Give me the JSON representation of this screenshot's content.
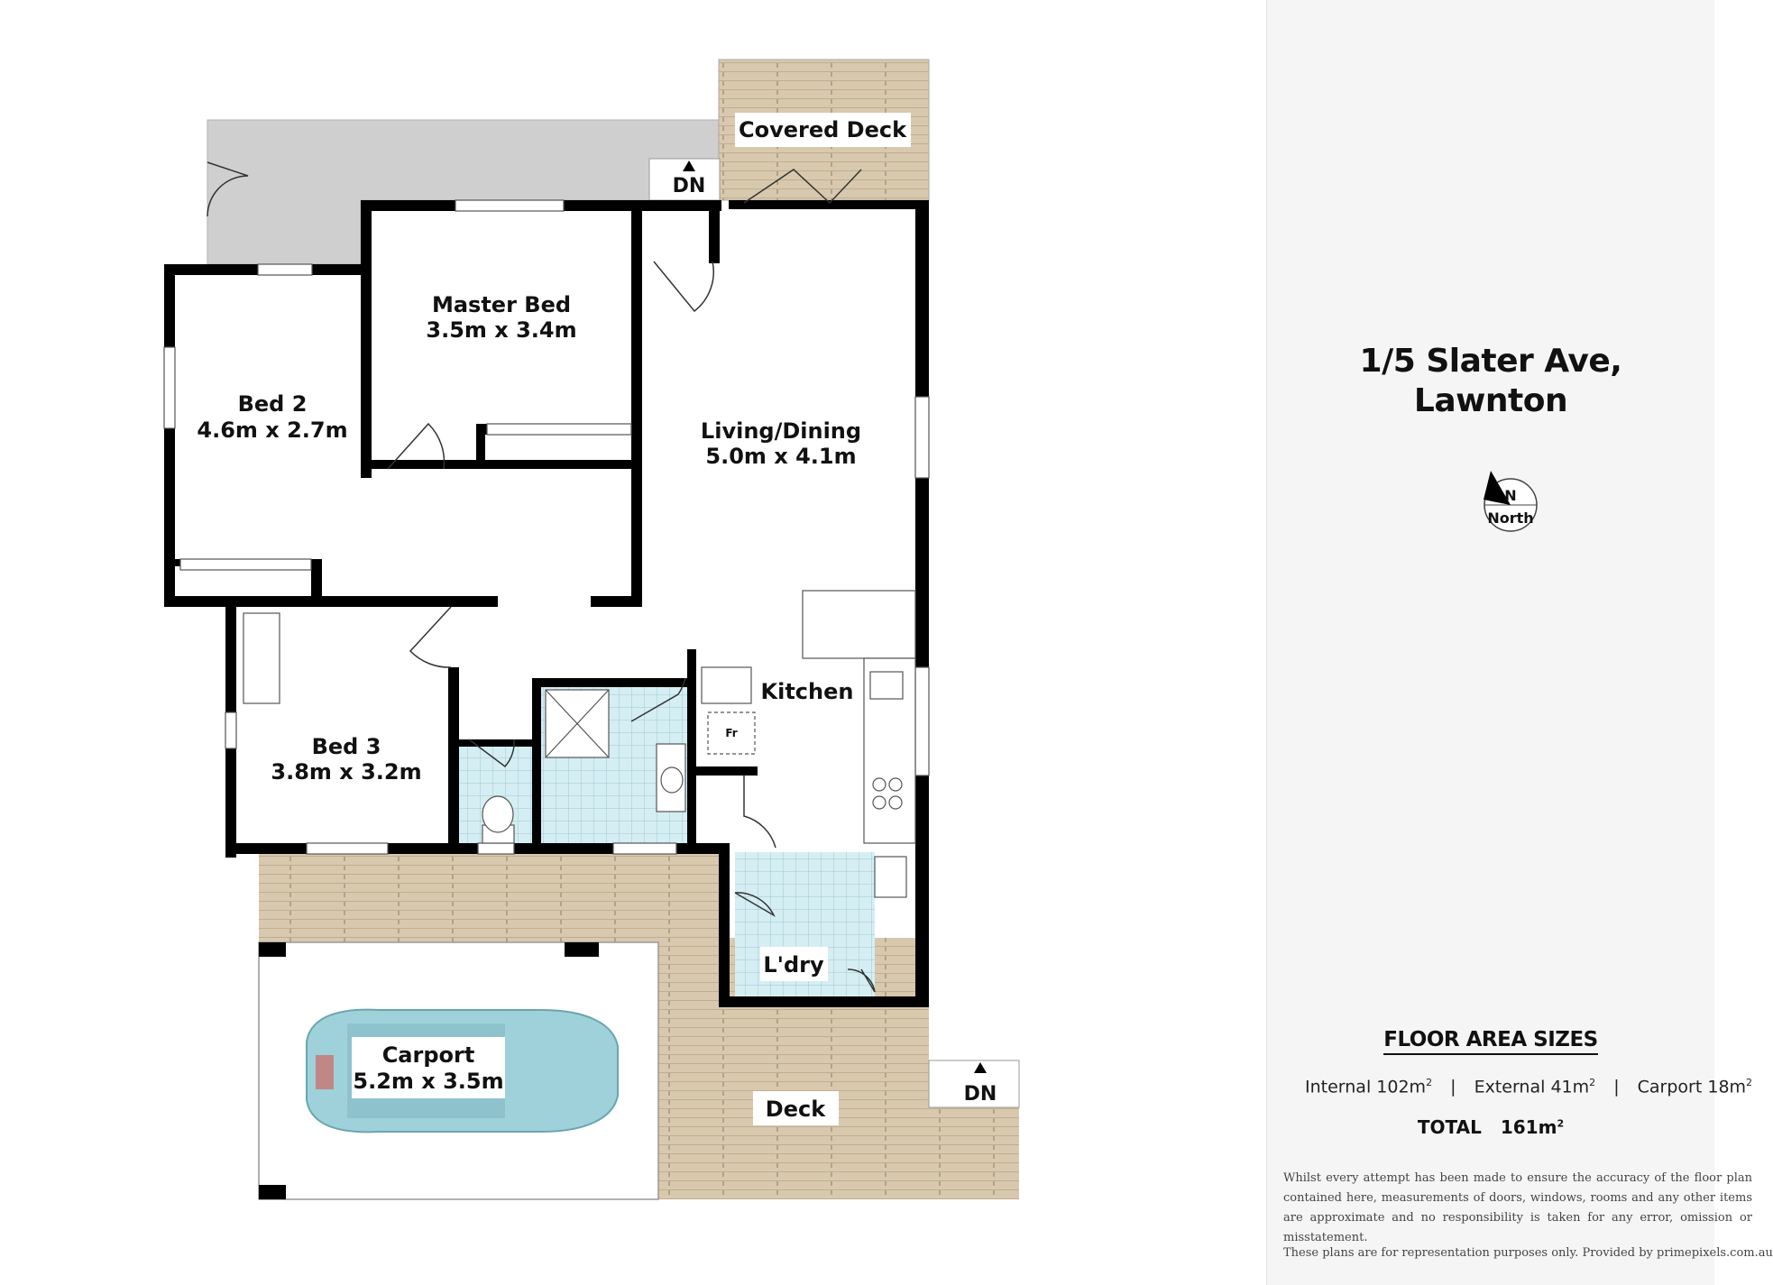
{
  "property": {
    "address_line1": "1/5 Slater Ave,",
    "address_line2": "Lawnton"
  },
  "compass": {
    "letter": "N",
    "label": "North"
  },
  "rooms": {
    "covered_deck": "Covered Deck",
    "master_bed": {
      "name": "Master Bed",
      "size": "3.5m x 3.4m"
    },
    "bed2": {
      "name": "Bed 2",
      "size": "4.6m x 2.7m"
    },
    "living": {
      "name": "Living/Dining",
      "size": "5.0m x 4.1m"
    },
    "bed3": {
      "name": "Bed 3",
      "size": "3.8m x 3.2m"
    },
    "kitchen": "Kitchen",
    "fridge": "Fr",
    "laundry": "L'dry",
    "carport": {
      "name": "Carport",
      "size": "5.2m x 3.5m"
    },
    "deck": "Deck",
    "stairs_down_1": "DN",
    "stairs_down_2": "DN"
  },
  "floor_area": {
    "title": "FLOOR AREA SIZES",
    "internal": {
      "label": "Internal",
      "value": "102m",
      "unit_sup": "2"
    },
    "external": {
      "label": "External",
      "value": "41m",
      "unit_sup": "2"
    },
    "carport": {
      "label": "Carport",
      "value": "18m",
      "unit_sup": "2"
    },
    "total": {
      "label": "TOTAL",
      "value": "161m",
      "unit_sup": "2"
    }
  },
  "disclaimer": "Whilst every attempt has been made to ensure the accuracy of the floor plan contained here, measurements of doors, windows, rooms and any other items are approximate and no responsibility is taken for any error, omission or misstatement.",
  "footer_note": "These plans are for representation purposes only. Provided by primepixels.com.au",
  "colors": {
    "wall": "#000000",
    "deck": "#d8c9ae",
    "path": "#cfcfcf",
    "tile": "#d5eef3",
    "car": "#9fd1da",
    "panel_bg": "#f6f5f5"
  }
}
